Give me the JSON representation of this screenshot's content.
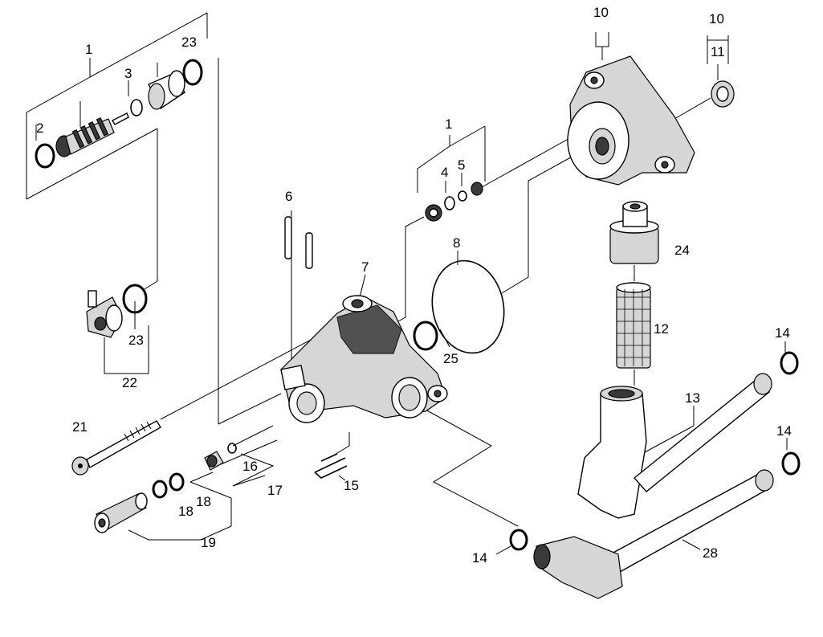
{
  "callouts": [
    {
      "id": "c1a",
      "text": "1"
    },
    {
      "id": "c2",
      "text": "2"
    },
    {
      "id": "c3",
      "text": "3"
    },
    {
      "id": "c23a",
      "text": "23"
    },
    {
      "id": "c23b",
      "text": "23"
    },
    {
      "id": "c22",
      "text": "22"
    },
    {
      "id": "c21",
      "text": "21"
    },
    {
      "id": "c6",
      "text": "6"
    },
    {
      "id": "c7",
      "text": "7"
    },
    {
      "id": "c1b",
      "text": "1"
    },
    {
      "id": "c4",
      "text": "4"
    },
    {
      "id": "c5",
      "text": "5"
    },
    {
      "id": "c8",
      "text": "8"
    },
    {
      "id": "c25",
      "text": "25"
    },
    {
      "id": "c10a",
      "text": "10"
    },
    {
      "id": "c10b",
      "text": "10"
    },
    {
      "id": "c11",
      "text": "11"
    },
    {
      "id": "c24",
      "text": "24"
    },
    {
      "id": "c12",
      "text": "12"
    },
    {
      "id": "c13",
      "text": "13"
    },
    {
      "id": "c14a",
      "text": "14"
    },
    {
      "id": "c14b",
      "text": "14"
    },
    {
      "id": "c14c",
      "text": "14"
    },
    {
      "id": "c28",
      "text": "28"
    },
    {
      "id": "c15",
      "text": "15"
    },
    {
      "id": "c16",
      "text": "16"
    },
    {
      "id": "c17",
      "text": "17"
    },
    {
      "id": "c18a",
      "text": "18"
    },
    {
      "id": "c18b",
      "text": "18"
    },
    {
      "id": "c19",
      "text": "19"
    }
  ]
}
